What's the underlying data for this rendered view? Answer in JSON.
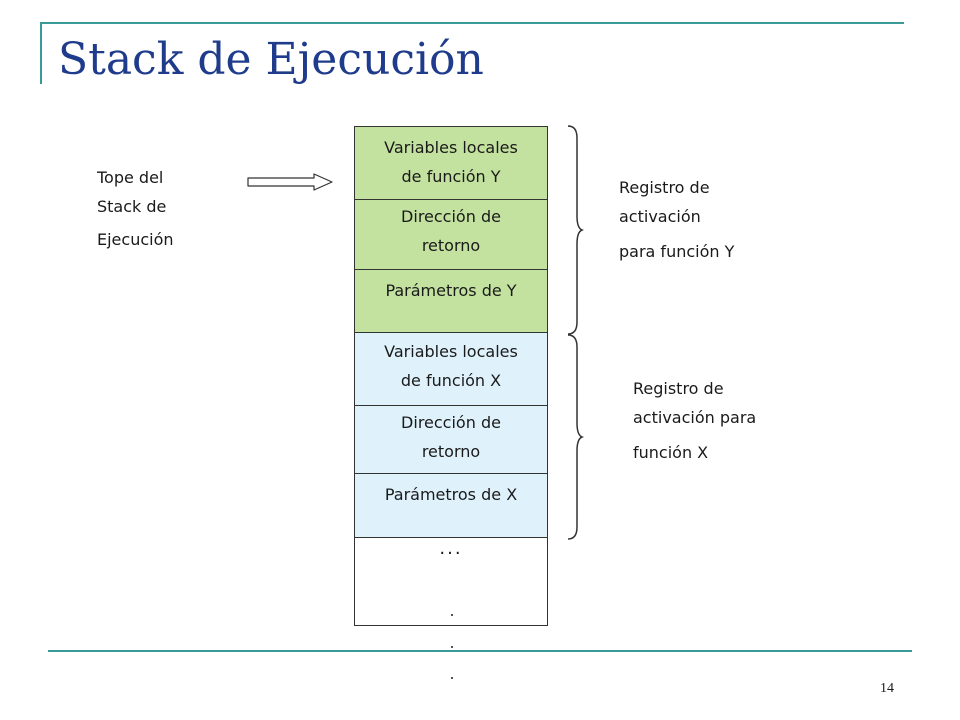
{
  "slide": {
    "title": "Stack de Ejecución",
    "page_number": "14"
  },
  "pointer_label": [
    "Tope del",
    "Stack de",
    "Ejecución"
  ],
  "stack": {
    "cells": [
      {
        "lines": [
          "Variables locales",
          "de función Y"
        ],
        "color": "#c3e19f"
      },
      {
        "lines": [
          "Dirección de",
          "retorno"
        ],
        "color": "#c3e19f"
      },
      {
        "lines": [
          "Parámetros de Y"
        ],
        "color": "#c3e19f"
      },
      {
        "lines": [
          "Variables locales",
          "de función X"
        ],
        "color": "#dff2fb"
      },
      {
        "lines": [
          "Dirección de",
          "retorno"
        ],
        "color": "#dff2fb"
      },
      {
        "lines": [
          "Parámetros de X"
        ],
        "color": "#dff2fb"
      }
    ],
    "continuation": "..."
  },
  "activation_records": [
    {
      "lines": [
        "Registro de",
        "activación",
        "para función Y"
      ]
    },
    {
      "lines": [
        "Registro de",
        "activación para",
        "función X"
      ]
    }
  ],
  "colors": {
    "title": "#1f3c8c",
    "frame": "#3a9a9a",
    "frame_y": "#c3e19f",
    "frame_x": "#dff2fb",
    "brace": "#333333"
  }
}
